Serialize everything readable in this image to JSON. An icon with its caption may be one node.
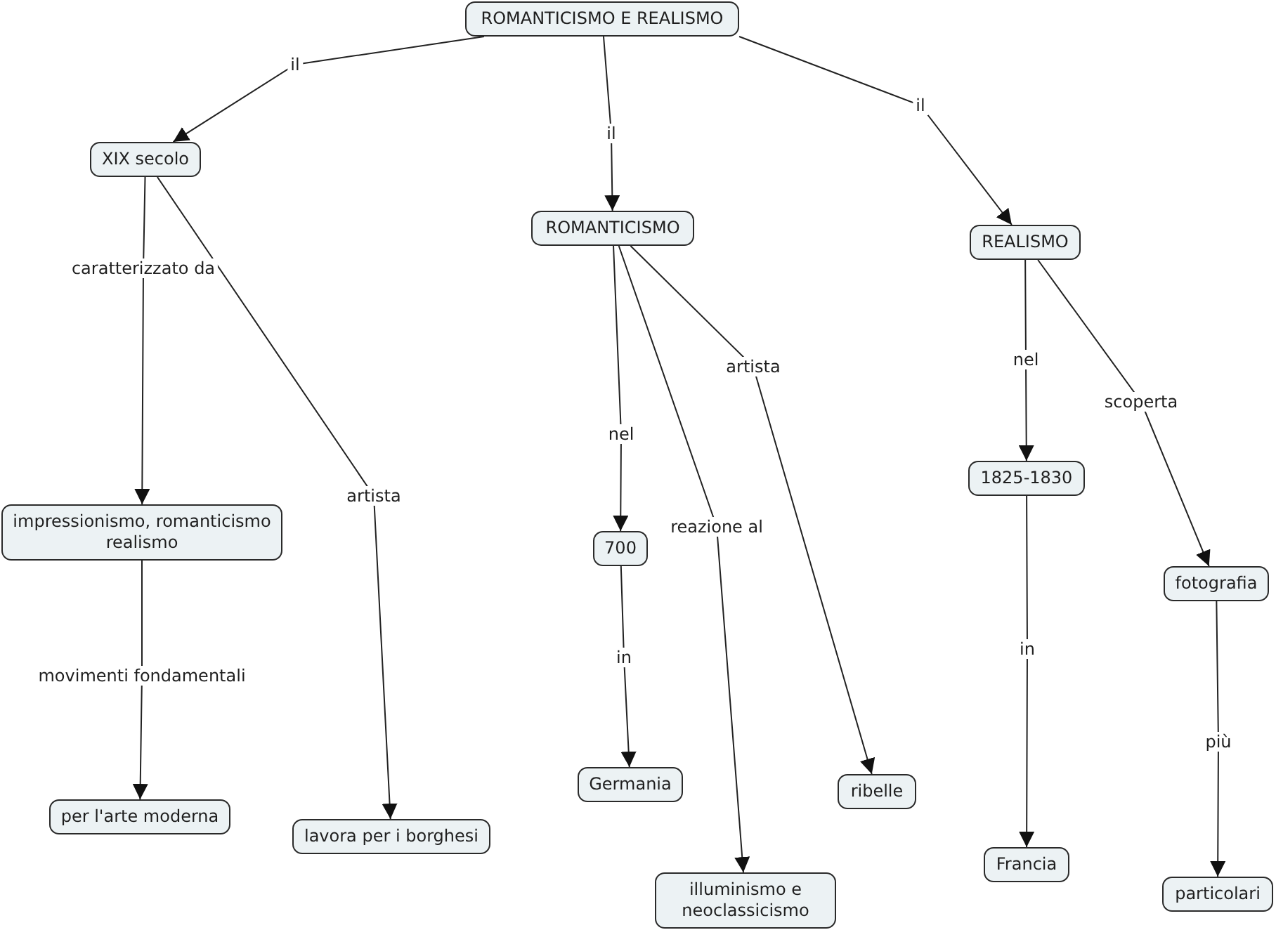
{
  "diagram": {
    "nodes": [
      {
        "text": [
          "ROMANTICISMO E REALISMO"
        ]
      },
      {
        "text": [
          "XIX secolo"
        ]
      },
      {
        "text": [
          "ROMANTICISMO"
        ]
      },
      {
        "text": [
          "REALISMO"
        ]
      },
      {
        "text": [
          "impressionismo, romanticismo realismo"
        ]
      },
      {
        "text": [
          "700"
        ]
      },
      {
        "text": [
          "1825-1830"
        ]
      },
      {
        "text": [
          "fotografia"
        ]
      },
      {
        "text": [
          "per l'arte moderna"
        ]
      },
      {
        "text": [
          "lavora per i borghesi"
        ]
      },
      {
        "text": [
          "Germania"
        ]
      },
      {
        "text": [
          "ribelle"
        ]
      },
      {
        "text": [
          "illuminismo e neoclassicismo"
        ]
      },
      {
        "text": [
          "Francia"
        ]
      },
      {
        "text": [
          "particolari"
        ]
      }
    ],
    "edges": [
      {
        "from": 0,
        "to": 1,
        "arrow": "to",
        "label": "il"
      },
      {
        "from": 0,
        "to": 2,
        "arrow": "to",
        "label": "il"
      },
      {
        "from": 0,
        "to": 3,
        "arrow": "to",
        "label": "il"
      },
      {
        "from": 1,
        "to": 4,
        "arrow": "to",
        "label": "caratterizzato da"
      },
      {
        "from": 1,
        "to": 9,
        "arrow": "to",
        "label": "artista"
      },
      {
        "from": 2,
        "to": 5,
        "arrow": "to",
        "label": "nel"
      },
      {
        "from": 2,
        "to": 12,
        "arrow": "to",
        "label": "reazione al"
      },
      {
        "from": 2,
        "to": 11,
        "arrow": "to",
        "label": "artista"
      },
      {
        "from": 3,
        "to": 6,
        "arrow": "to",
        "label": "nel"
      },
      {
        "from": 3,
        "to": 7,
        "arrow": "to",
        "label": "scoperta"
      },
      {
        "from": 4,
        "to": 8,
        "arrow": "to",
        "label": "movimenti fondamentali"
      },
      {
        "from": 5,
        "to": 10,
        "arrow": "to",
        "label": "in"
      },
      {
        "from": 6,
        "to": 13,
        "arrow": "to",
        "label": "in"
      },
      {
        "from": 7,
        "to": 14,
        "arrow": "to",
        "label": "più"
      }
    ]
  }
}
